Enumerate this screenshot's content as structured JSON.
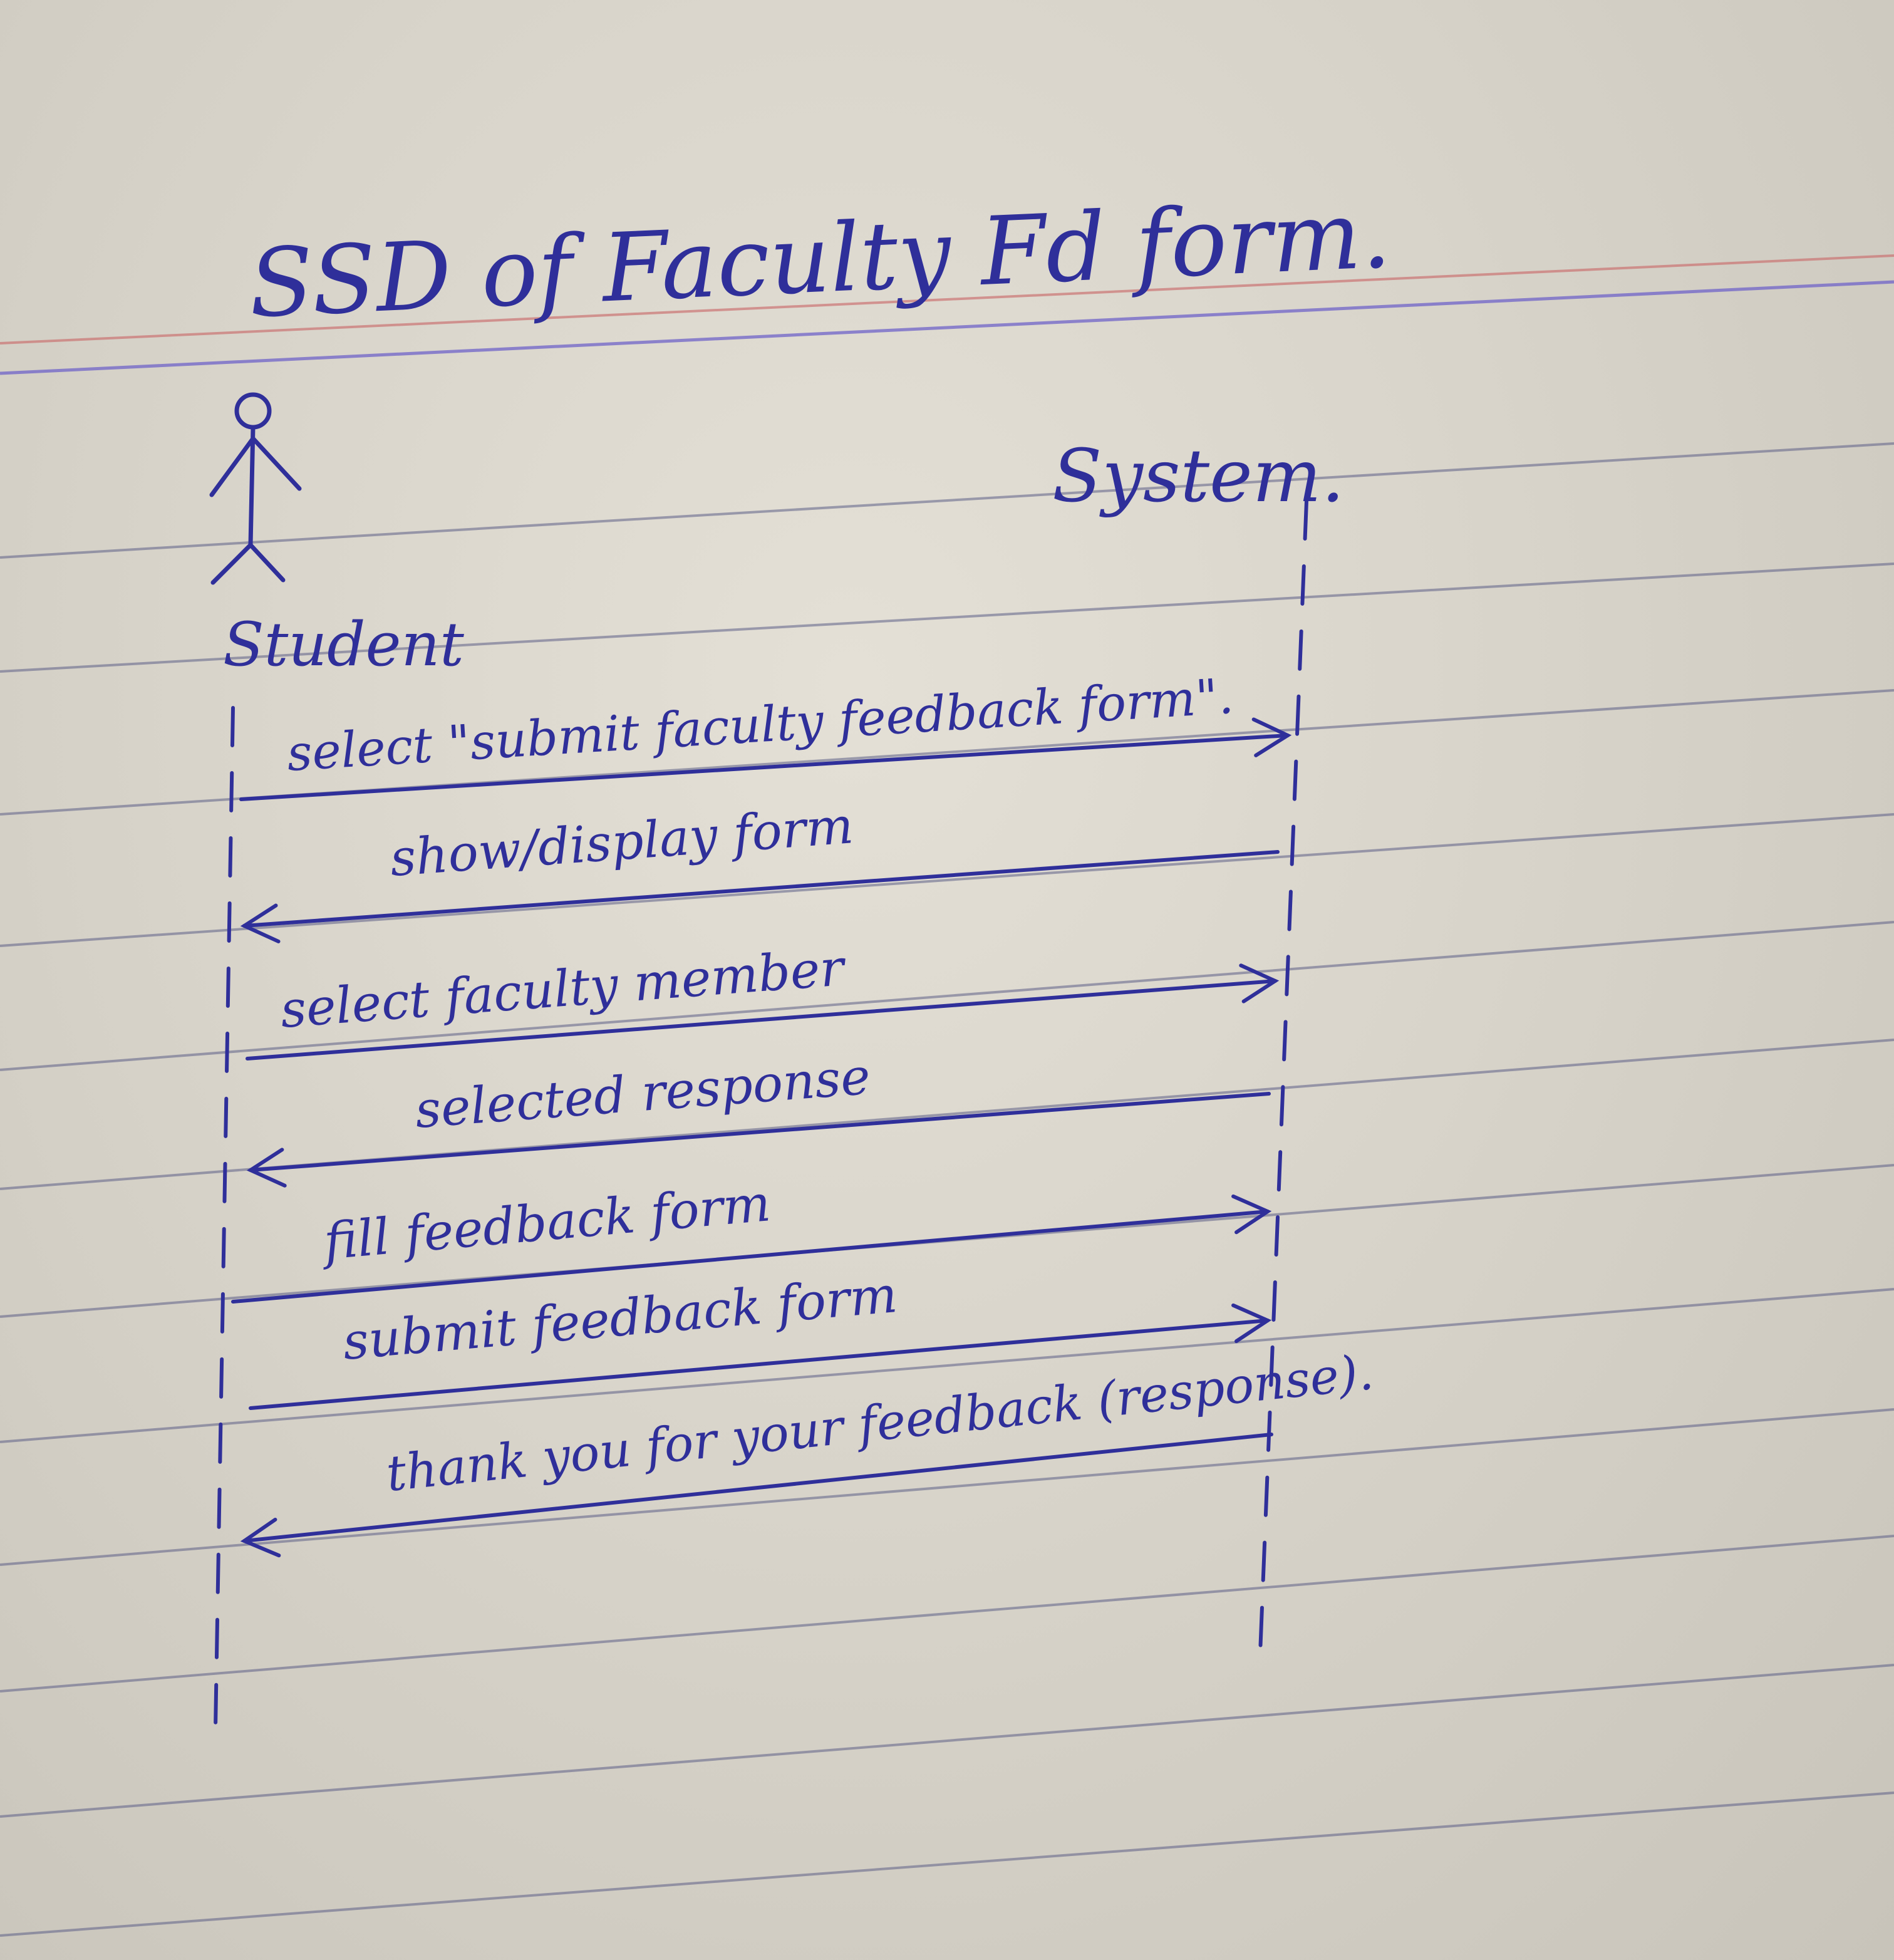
{
  "title": "SSD of Faculty Fd form.",
  "lifelines": {
    "actor_label": "Student",
    "system_label": "System."
  },
  "messages": [
    {
      "label": "select \"submit faculty feedback form\".",
      "direction": "to-system"
    },
    {
      "label": "show/display form",
      "direction": "to-actor"
    },
    {
      "label": "select faculty member",
      "direction": "to-system"
    },
    {
      "label": "selected response",
      "direction": "to-actor"
    },
    {
      "label": "fill feedback form",
      "direction": "to-system"
    },
    {
      "label": "submit feedback form",
      "direction": "to-system"
    },
    {
      "label": "thank you for your feedback (response).",
      "direction": "to-actor"
    }
  ],
  "colors": {
    "ink": "#2f2f9a",
    "paper": "#dedad0",
    "margin_line": "#c96b6b",
    "rule_line": "#5d5f86"
  }
}
